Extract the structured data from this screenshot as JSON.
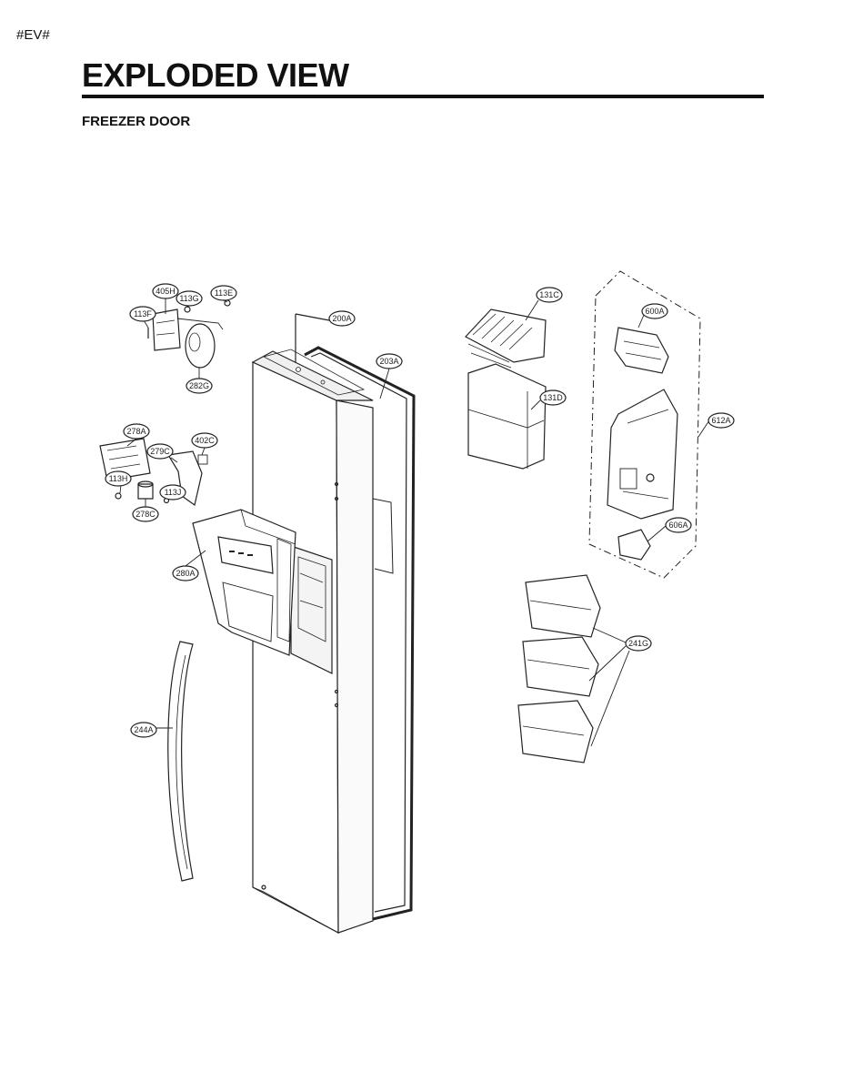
{
  "doc": {
    "tag": "#EV#",
    "title": "EXPLODED VIEW",
    "subtitle": "FREEZER DOOR"
  },
  "callouts": [
    {
      "id": "405H",
      "label": "405H"
    },
    {
      "id": "113G",
      "label": "113G"
    },
    {
      "id": "113E",
      "label": "113E"
    },
    {
      "id": "113F",
      "label": "113F"
    },
    {
      "id": "282G",
      "label": "282G"
    },
    {
      "id": "200A",
      "label": "200A"
    },
    {
      "id": "203A",
      "label": "203A"
    },
    {
      "id": "278A",
      "label": "278A"
    },
    {
      "id": "279C",
      "label": "279C"
    },
    {
      "id": "402C",
      "label": "402C"
    },
    {
      "id": "113H",
      "label": "113H"
    },
    {
      "id": "113J",
      "label": "113J"
    },
    {
      "id": "278C",
      "label": "278C"
    },
    {
      "id": "280A",
      "label": "280A"
    },
    {
      "id": "244A",
      "label": "244A"
    },
    {
      "id": "131C",
      "label": "131C"
    },
    {
      "id": "131D",
      "label": "131D"
    },
    {
      "id": "600A",
      "label": "600A"
    },
    {
      "id": "612A",
      "label": "612A"
    },
    {
      "id": "606A",
      "label": "606A"
    },
    {
      "id": "241G",
      "label": "241G"
    }
  ]
}
